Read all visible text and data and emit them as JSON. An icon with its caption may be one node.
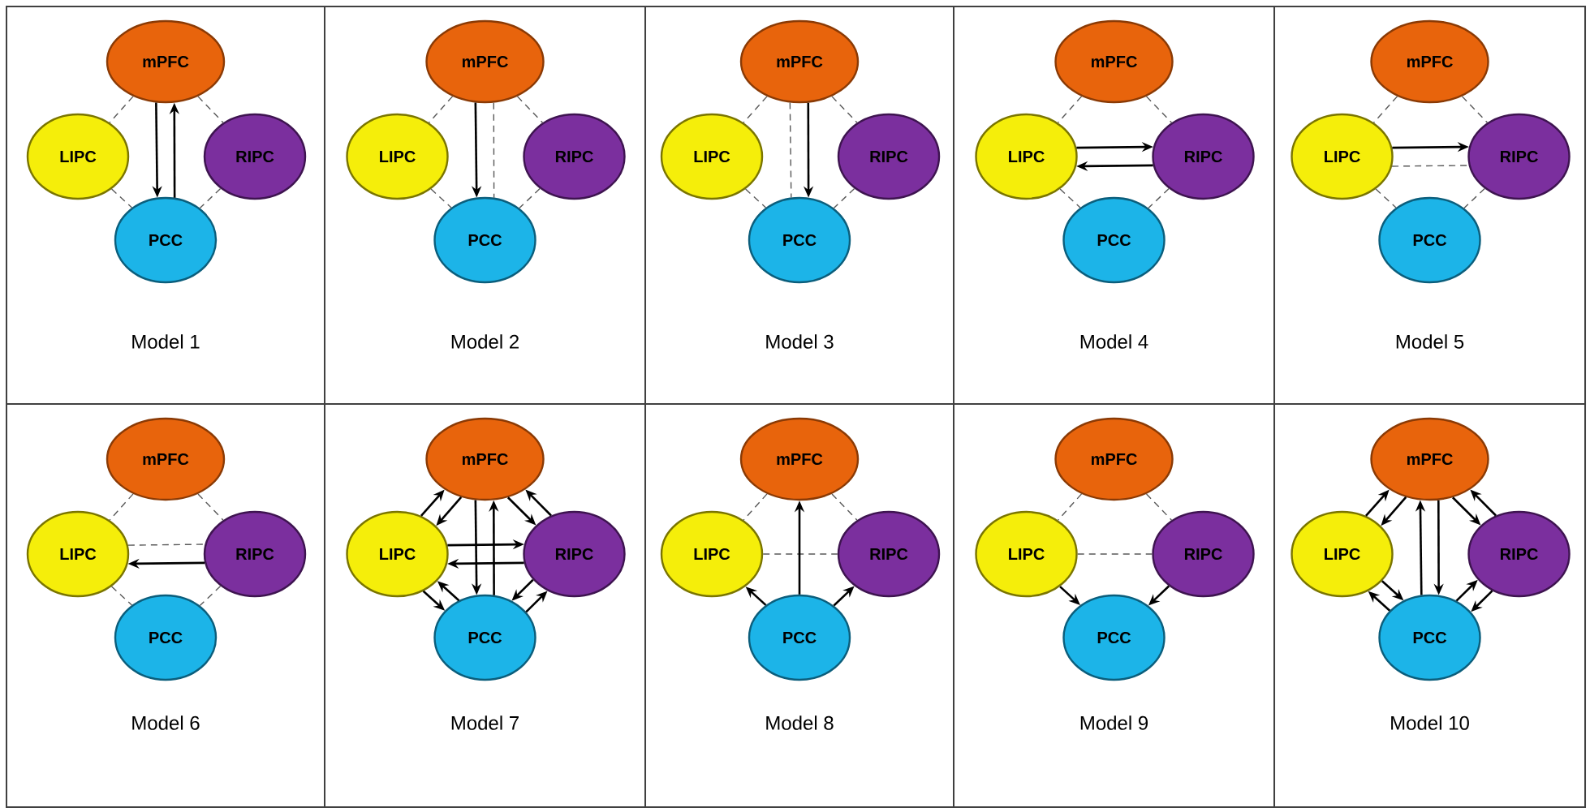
{
  "diagram": {
    "nodes": [
      {
        "text": [
          "Model 1"
        ]
      },
      {
        "text": [
          "mPFC"
        ],
        "in": 0
      },
      {
        "text": [
          "LIPC"
        ],
        "in": 0
      },
      {
        "text": [
          "RIPC"
        ],
        "in": 0
      },
      {
        "text": [
          "PCC"
        ],
        "in": 0
      },
      {
        "text": [
          "Model 2"
        ]
      },
      {
        "text": [
          "mPFC"
        ],
        "in": 5
      },
      {
        "text": [
          "LIPC"
        ],
        "in": 5
      },
      {
        "text": [
          "RIPC"
        ],
        "in": 5
      },
      {
        "text": [
          "PCC"
        ],
        "in": 5
      },
      {
        "text": [
          "Model 3"
        ]
      },
      {
        "text": [
          "mPFC"
        ],
        "in": 10
      },
      {
        "text": [
          "LIPC"
        ],
        "in": 10
      },
      {
        "text": [
          "RIPC"
        ],
        "in": 10
      },
      {
        "text": [
          "PCC"
        ],
        "in": 10
      },
      {
        "text": [
          "Model 4"
        ]
      },
      {
        "text": [
          "mPFC"
        ],
        "in": 15
      },
      {
        "text": [
          "LIPC"
        ],
        "in": 15
      },
      {
        "text": [
          "RIPC"
        ],
        "in": 15
      },
      {
        "text": [
          "PCC"
        ],
        "in": 15
      },
      {
        "text": [
          "Model 5"
        ]
      },
      {
        "text": [
          "mPFC"
        ],
        "in": 20
      },
      {
        "text": [
          "LIPC"
        ],
        "in": 20
      },
      {
        "text": [
          "RIPC"
        ],
        "in": 20
      },
      {
        "text": [
          "PCC"
        ],
        "in": 20
      },
      {
        "text": [
          "Model 6"
        ]
      },
      {
        "text": [
          "mPFC"
        ],
        "in": 25
      },
      {
        "text": [
          "LIPC"
        ],
        "in": 25
      },
      {
        "text": [
          "RIPC"
        ],
        "in": 25
      },
      {
        "text": [
          "PCC"
        ],
        "in": 25
      },
      {
        "text": [
          "Model 7"
        ]
      },
      {
        "text": [
          "mPFC"
        ],
        "in": 30
      },
      {
        "text": [
          "LIPC"
        ],
        "in": 30
      },
      {
        "text": [
          "RIPC"
        ],
        "in": 30
      },
      {
        "text": [
          "PCC"
        ],
        "in": 30
      },
      {
        "text": [
          "Model 8"
        ]
      },
      {
        "text": [
          "mPFC"
        ],
        "in": 35
      },
      {
        "text": [
          "LIPC"
        ],
        "in": 35
      },
      {
        "text": [
          "RIPC"
        ],
        "in": 35
      },
      {
        "text": [
          "PCC"
        ],
        "in": 35
      },
      {
        "text": [
          "Model 9"
        ]
      },
      {
        "text": [
          "mPFC"
        ],
        "in": 40
      },
      {
        "text": [
          "LIPC"
        ],
        "in": 40
      },
      {
        "text": [
          "RIPC"
        ],
        "in": 40
      },
      {
        "text": [
          "PCC"
        ],
        "in": 40
      },
      {
        "text": [
          "Model 10"
        ]
      },
      {
        "text": [
          "mPFC"
        ],
        "in": 45
      },
      {
        "text": [
          "LIPC"
        ],
        "in": 45
      },
      {
        "text": [
          "RIPC"
        ],
        "in": 45
      },
      {
        "text": [
          "PCC"
        ],
        "in": 45
      }
    ],
    "edges": [
      {
        "from": 1,
        "to": 2,
        "arrow": "none",
        "style": "dashed"
      },
      {
        "from": 1,
        "to": 3,
        "arrow": "none",
        "style": "dashed"
      },
      {
        "from": 2,
        "to": 4,
        "arrow": "none",
        "style": "dashed"
      },
      {
        "from": 3,
        "to": 4,
        "arrow": "none",
        "style": "dashed"
      },
      {
        "from": 1,
        "to": 4,
        "arrow": "to"
      },
      {
        "from": 4,
        "to": 1,
        "arrow": "to"
      },
      {
        "from": 6,
        "to": 7,
        "arrow": "none",
        "style": "dashed"
      },
      {
        "from": 6,
        "to": 8,
        "arrow": "none",
        "style": "dashed"
      },
      {
        "from": 7,
        "to": 9,
        "arrow": "none",
        "style": "dashed"
      },
      {
        "from": 8,
        "to": 9,
        "arrow": "none",
        "style": "dashed"
      },
      {
        "from": 6,
        "to": 9,
        "arrow": "to"
      },
      {
        "from": 6,
        "to": 9,
        "arrow": "none",
        "style": "dashed"
      },
      {
        "from": 11,
        "to": 12,
        "arrow": "none",
        "style": "dashed"
      },
      {
        "from": 11,
        "to": 13,
        "arrow": "none",
        "style": "dashed"
      },
      {
        "from": 12,
        "to": 14,
        "arrow": "none",
        "style": "dashed"
      },
      {
        "from": 13,
        "to": 14,
        "arrow": "none",
        "style": "dashed"
      },
      {
        "from": 11,
        "to": 14,
        "arrow": "none",
        "style": "dashed"
      },
      {
        "from": 11,
        "to": 14,
        "arrow": "to"
      },
      {
        "from": 16,
        "to": 17,
        "arrow": "none",
        "style": "dashed"
      },
      {
        "from": 16,
        "to": 18,
        "arrow": "none",
        "style": "dashed"
      },
      {
        "from": 17,
        "to": 19,
        "arrow": "none",
        "style": "dashed"
      },
      {
        "from": 18,
        "to": 19,
        "arrow": "none",
        "style": "dashed"
      },
      {
        "from": 17,
        "to": 18,
        "arrow": "to"
      },
      {
        "from": 18,
        "to": 17,
        "arrow": "to"
      },
      {
        "from": 21,
        "to": 22,
        "arrow": "none",
        "style": "dashed"
      },
      {
        "from": 21,
        "to": 23,
        "arrow": "none",
        "style": "dashed"
      },
      {
        "from": 22,
        "to": 24,
        "arrow": "none",
        "style": "dashed"
      },
      {
        "from": 23,
        "to": 24,
        "arrow": "none",
        "style": "dashed"
      },
      {
        "from": 22,
        "to": 23,
        "arrow": "to"
      },
      {
        "from": 22,
        "to": 23,
        "arrow": "none",
        "style": "dashed"
      },
      {
        "from": 26,
        "to": 27,
        "arrow": "none",
        "style": "dashed"
      },
      {
        "from": 26,
        "to": 28,
        "arrow": "none",
        "style": "dashed"
      },
      {
        "from": 27,
        "to": 29,
        "arrow": "none",
        "style": "dashed"
      },
      {
        "from": 28,
        "to": 29,
        "arrow": "none",
        "style": "dashed"
      },
      {
        "from": 27,
        "to": 28,
        "arrow": "none",
        "style": "dashed"
      },
      {
        "from": 28,
        "to": 27,
        "arrow": "to"
      },
      {
        "from": 32,
        "to": 31,
        "arrow": "to"
      },
      {
        "from": 31,
        "to": 32,
        "arrow": "to"
      },
      {
        "from": 31,
        "to": 33,
        "arrow": "to"
      },
      {
        "from": 33,
        "to": 31,
        "arrow": "to"
      },
      {
        "from": 32,
        "to": 33,
        "arrow": "to"
      },
      {
        "from": 33,
        "to": 32,
        "arrow": "to"
      },
      {
        "from": 31,
        "to": 34,
        "arrow": "to"
      },
      {
        "from": 34,
        "to": 31,
        "arrow": "to"
      },
      {
        "from": 34,
        "to": 32,
        "arrow": "to"
      },
      {
        "from": 32,
        "to": 34,
        "arrow": "to"
      },
      {
        "from": 33,
        "to": 34,
        "arrow": "to"
      },
      {
        "from": 34,
        "to": 33,
        "arrow": "to"
      },
      {
        "from": 36,
        "to": 37,
        "arrow": "none",
        "style": "dashed"
      },
      {
        "from": 36,
        "to": 38,
        "arrow": "none",
        "style": "dashed"
      },
      {
        "from": 37,
        "to": 38,
        "arrow": "none",
        "style": "dashed"
      },
      {
        "from": 39,
        "to": 36,
        "arrow": "to"
      },
      {
        "from": 39,
        "to": 37,
        "arrow": "to"
      },
      {
        "from": 39,
        "to": 38,
        "arrow": "to"
      },
      {
        "from": 41,
        "to": 42,
        "arrow": "none",
        "style": "dashed"
      },
      {
        "from": 41,
        "to": 43,
        "arrow": "none",
        "style": "dashed"
      },
      {
        "from": 42,
        "to": 43,
        "arrow": "none",
        "style": "dashed"
      },
      {
        "from": 42,
        "to": 44,
        "arrow": "to"
      },
      {
        "from": 43,
        "to": 44,
        "arrow": "to"
      },
      {
        "from": 47,
        "to": 46,
        "arrow": "to"
      },
      {
        "from": 46,
        "to": 47,
        "arrow": "to"
      },
      {
        "from": 46,
        "to": 48,
        "arrow": "to"
      },
      {
        "from": 48,
        "to": 46,
        "arrow": "to"
      },
      {
        "from": 49,
        "to": 46,
        "arrow": "to"
      },
      {
        "from": 46,
        "to": 49,
        "arrow": "to"
      },
      {
        "from": 47,
        "to": 49,
        "arrow": "to"
      },
      {
        "from": 49,
        "to": 47,
        "arrow": "to"
      },
      {
        "from": 49,
        "to": 48,
        "arrow": "to"
      },
      {
        "from": 48,
        "to": 49,
        "arrow": "to"
      }
    ]
  }
}
